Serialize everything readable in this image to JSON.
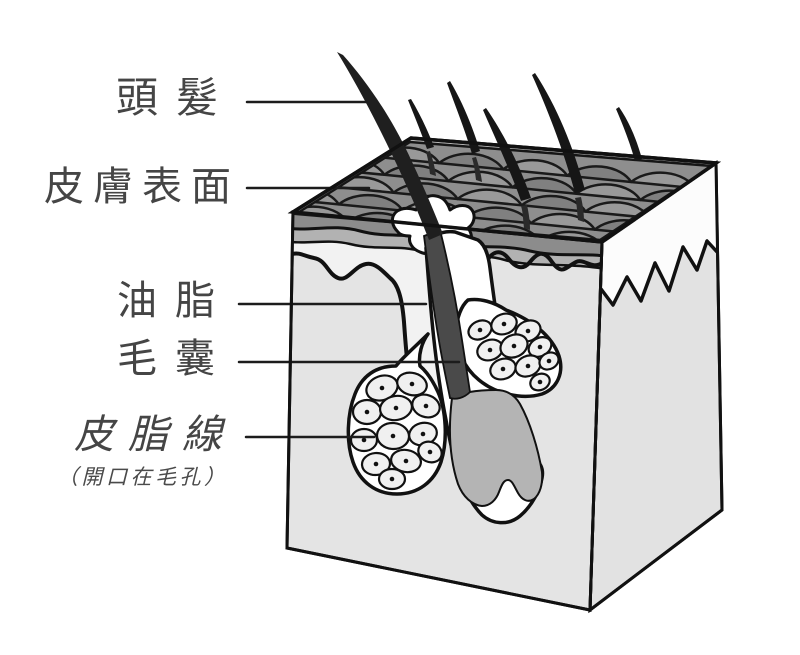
{
  "page": {
    "background": "#ffffff"
  },
  "diagram": {
    "type": "skin-anatomy-cutaway",
    "labels": {
      "hair": "頭髮",
      "skin_surface": "皮膚表面",
      "sebum": "油脂",
      "hair_follicle": "毛囊",
      "sebaceous_gland": "皮脂線",
      "sebaceous_gland_note": "（開口在毛孔）"
    },
    "colors": {
      "outline": "#111111",
      "surface_scales": "#8e8e8e",
      "surface_rim": "#b8b8b8",
      "face_front": "#e4e4e4",
      "face_side": "#e2e2e2",
      "epidermis_band_dark": "#8c8c8c",
      "epidermis_band_mid": "#b2b2b2",
      "dermis_upper_light": "#f2f2f2",
      "hair": "#1f1f1f",
      "hair_shaft_in_skin": "#4a4a4a",
      "hair_root_bulb": "#b4b4b4",
      "gland_cell_fill": "#f0f0f0",
      "label_text": "#454545"
    }
  }
}
